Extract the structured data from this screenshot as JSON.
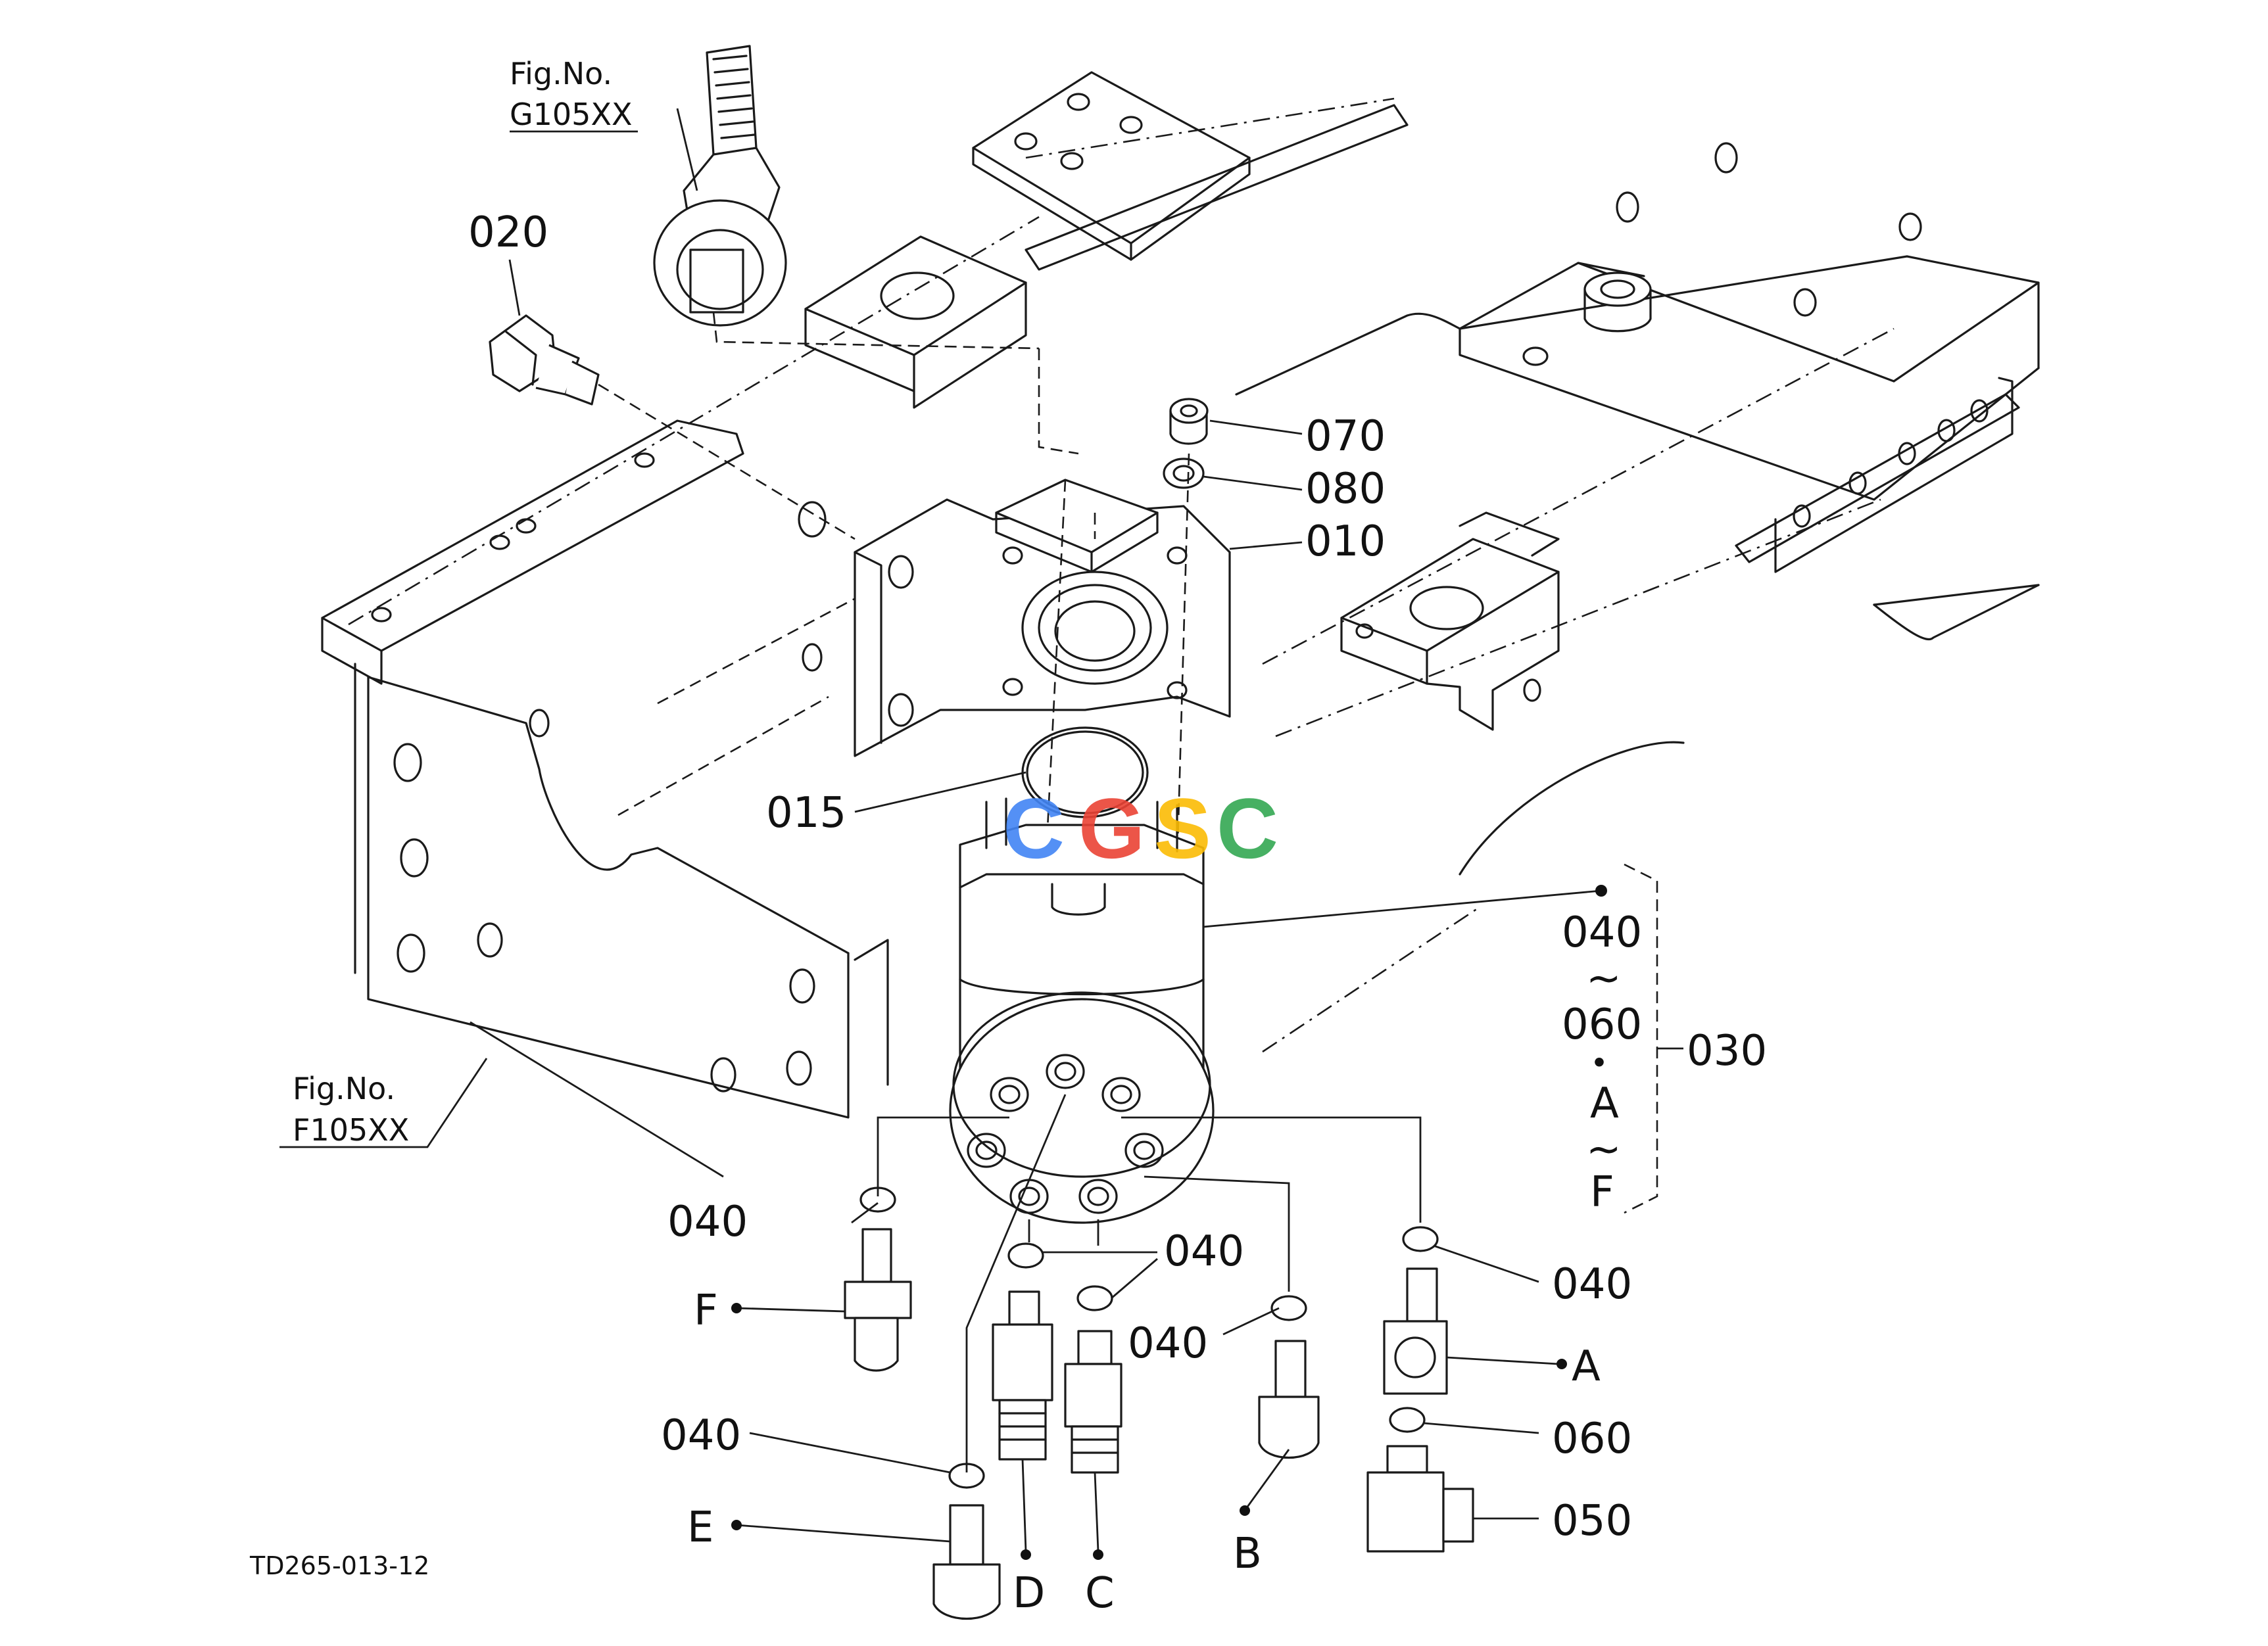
{
  "references": {
    "top": {
      "line1": "Fig.No.",
      "line2": "G105XX"
    },
    "left": {
      "line1": "Fig.No.",
      "line2": "F105XX"
    }
  },
  "parts": {
    "p020": "020",
    "p070": "070",
    "p080": "080",
    "p010": "010",
    "p015": "015",
    "p030": "030",
    "p050": "050",
    "p060": "060",
    "p040": "040"
  },
  "bracket": {
    "l1": "040",
    "l2": "~",
    "l3": "060",
    "l4": "・",
    "l5": "A",
    "l6": "~",
    "l7": "F"
  },
  "ports": {
    "A": "A",
    "B": "B",
    "C": "C",
    "D": "D",
    "E": "E",
    "F": "F"
  },
  "drawing_number": "TD265-013-12",
  "watermark": {
    "text": "CGSC",
    "colors": [
      "#4285F4",
      "#EA4335",
      "#FBBC05",
      "#34A853"
    ]
  }
}
